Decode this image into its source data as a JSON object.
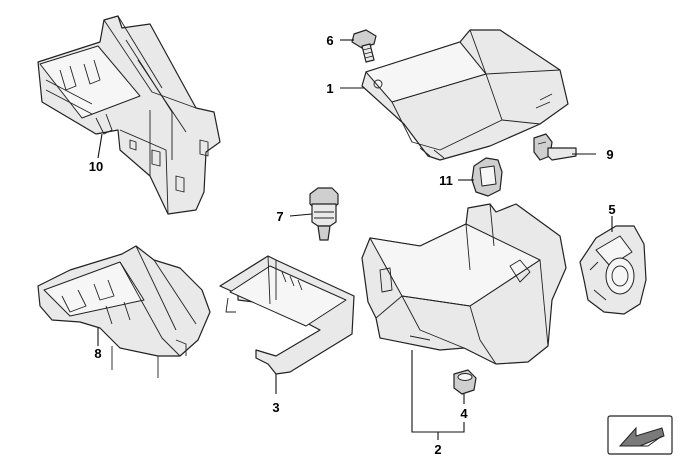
{
  "callouts": [
    {
      "id": "p1",
      "label": "1"
    },
    {
      "id": "p2",
      "label": "2"
    },
    {
      "id": "p3",
      "label": "3"
    },
    {
      "id": "p4",
      "label": "4"
    },
    {
      "id": "p5",
      "label": "5"
    },
    {
      "id": "p6",
      "label": "6"
    },
    {
      "id": "p7",
      "label": "7"
    },
    {
      "id": "p8",
      "label": "8"
    },
    {
      "id": "p9",
      "label": "9"
    },
    {
      "id": "p10",
      "label": "10"
    },
    {
      "id": "p11",
      "label": "11"
    }
  ],
  "nav": {
    "icon": "next-page-arrow-icon"
  }
}
